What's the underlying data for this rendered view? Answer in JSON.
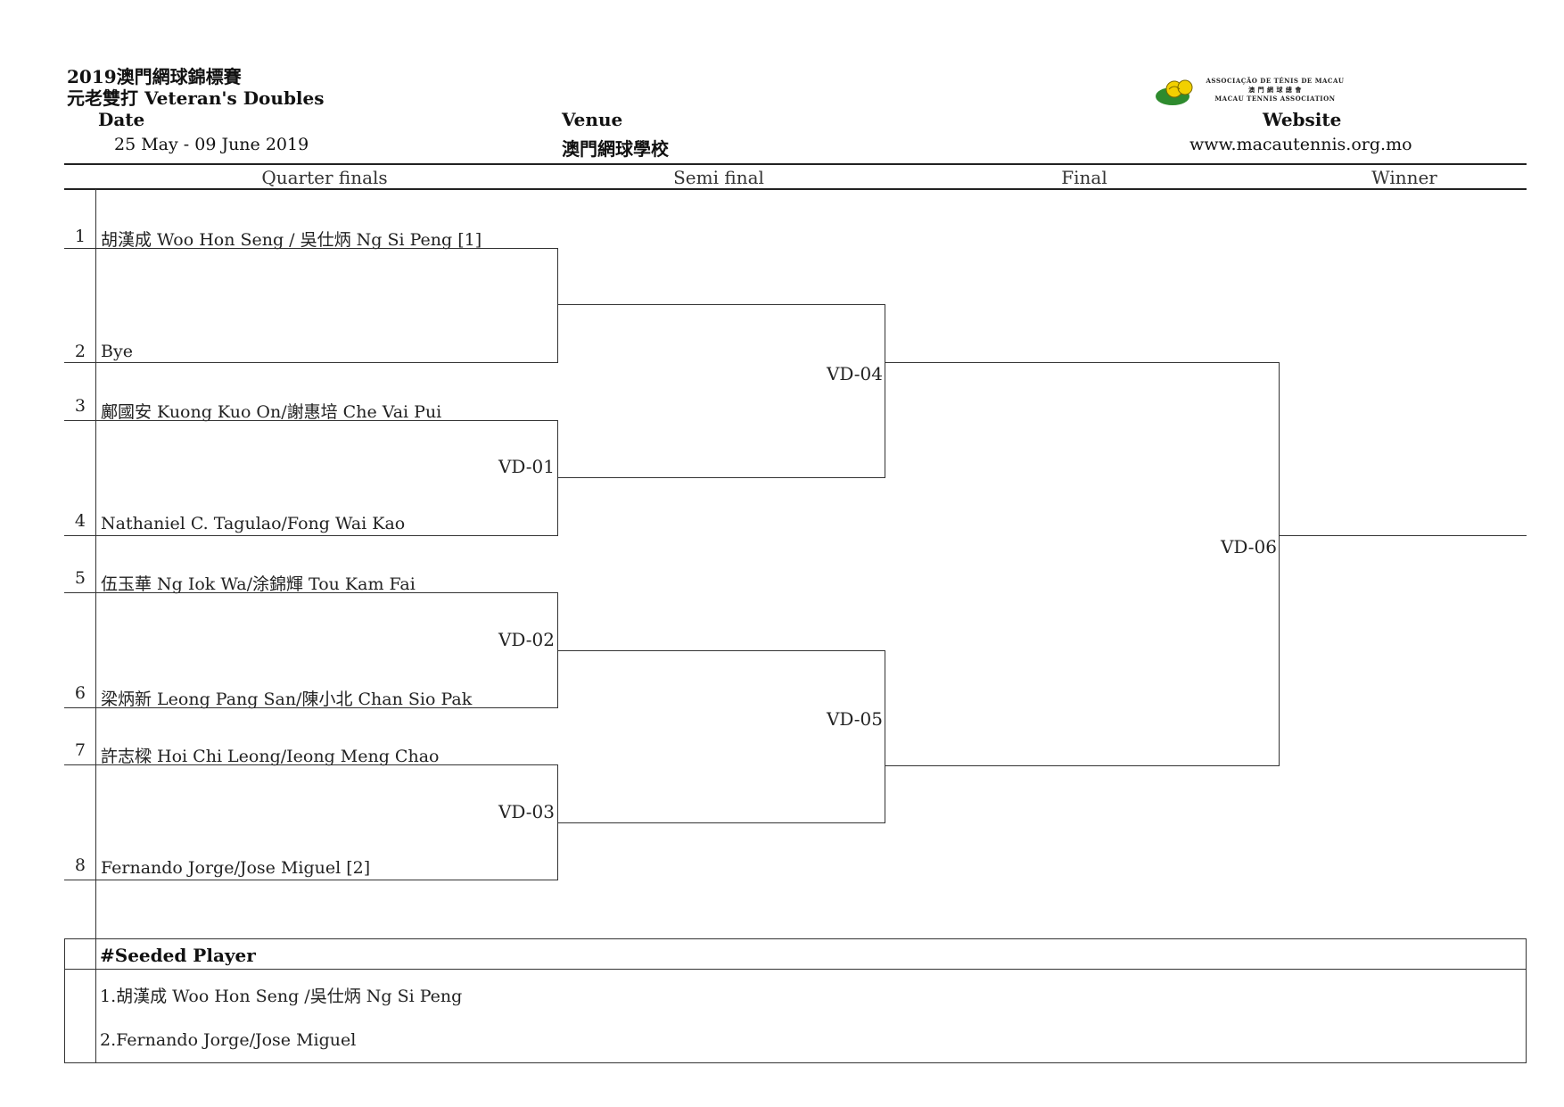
{
  "header": {
    "title_line1": "2019澳門網球錦標賽",
    "title_line2": "元老雙打 Veteran's Doubles",
    "date_label": "Date",
    "date_value": "25 May - 09 June 2019",
    "venue_label": "Venue",
    "venue_value": "澳門網球學校",
    "website_label": "Website",
    "website_value": "www.macautennis.org.mo",
    "logo_line1": "ASSOCIAÇÃO DE TÉNIS DE MACAU",
    "logo_line2": "澳 門 網 球 總 會",
    "logo_line3": "MACAU TENNIS ASSOCIATION"
  },
  "columns": {
    "quarter": "Quarter finals",
    "semi": "Semi final",
    "final": "Final",
    "winner": "Winner"
  },
  "entries": [
    {
      "num": "1",
      "name": "胡漢成 Woo Hon Seng / 吳仕炳 Ng Si Peng [1]"
    },
    {
      "num": "2",
      "name": "Bye"
    },
    {
      "num": "3",
      "name": "鄺國安 Kuong Kuo On/謝惠培 Che Vai Pui"
    },
    {
      "num": "4",
      "name": "Nathaniel C. Tagulao/Fong Wai Kao"
    },
    {
      "num": "5",
      "name": "伍玉華 Ng Iok Wa/涂錦輝 Tou Kam Fai"
    },
    {
      "num": "6",
      "name": "梁炳新 Leong Pang San/陳小北 Chan Sio Pak"
    },
    {
      "num": "7",
      "name": "許志樑 Hoi Chi Leong/Ieong Meng Chao"
    },
    {
      "num": "8",
      "name": "Fernando Jorge/Jose Miguel [2]"
    }
  ],
  "matches": {
    "vd01": "VD-01",
    "vd02": "VD-02",
    "vd03": "VD-03",
    "vd04": "VD-04",
    "vd05": "VD-05",
    "vd06": "VD-06"
  },
  "seeded": {
    "heading": "#Seeded Player",
    "items": [
      "1.胡漢成 Woo Hon Seng /吳仕炳 Ng Si Peng",
      "2.Fernando Jorge/Jose Miguel"
    ]
  },
  "colors": {
    "logo_green": "#2e8b2e",
    "logo_yellow": "#f2d000"
  }
}
